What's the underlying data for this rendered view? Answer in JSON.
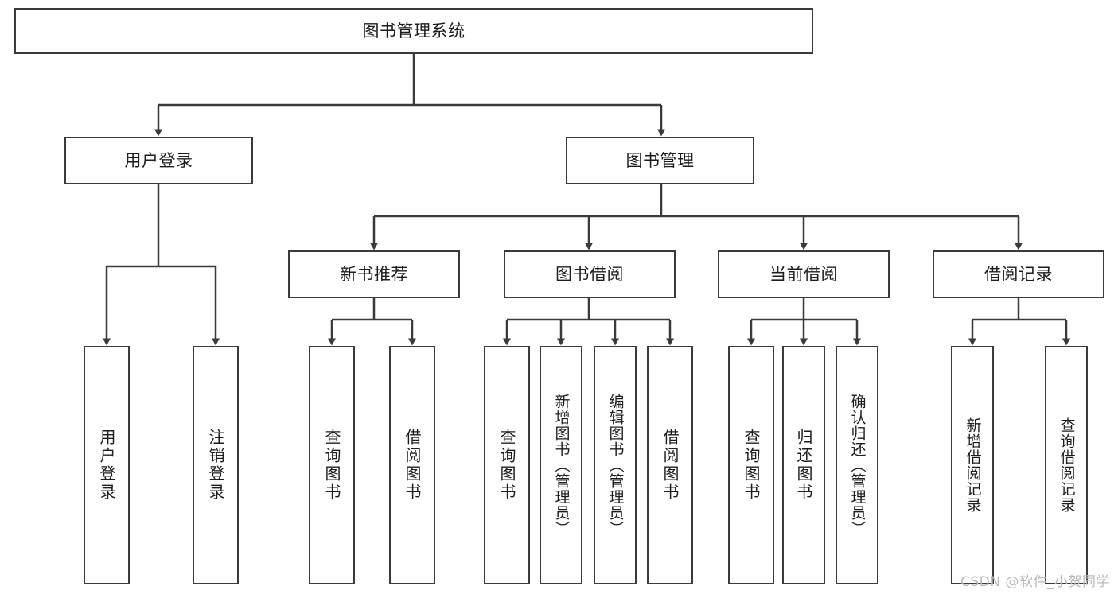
{
  "diagram": {
    "title": "图书管理系统",
    "type": "tree-hierarchy-diagram",
    "watermark": "CSDN @软件_小贺同学",
    "colors": {
      "border": "#3a3a3a",
      "background": "#ffffff",
      "text": "#1d1d1d",
      "connector": "#3a3a3a",
      "watermark": "#b9b9b9"
    },
    "root": {
      "label": "图书管理系统"
    },
    "level2": [
      {
        "label": "用户登录"
      },
      {
        "label": "图书管理"
      }
    ],
    "level3": [
      {
        "label": "新书推荐"
      },
      {
        "label": "图书借阅"
      },
      {
        "label": "当前借阅"
      },
      {
        "label": "借阅记录"
      }
    ],
    "leaves": {
      "user_login": [
        {
          "label": "用户登录"
        },
        {
          "label": "注销登录"
        }
      ],
      "new_book_recommend": [
        {
          "label": "查询图书"
        },
        {
          "label": "借阅图书"
        }
      ],
      "book_borrow": [
        {
          "label": "查询图书"
        },
        {
          "label": "新增图书（管理员）"
        },
        {
          "label": "编辑图书（管理员）"
        },
        {
          "label": "借阅图书"
        }
      ],
      "current_borrow": [
        {
          "label": "查询图书"
        },
        {
          "label": "归还图书"
        },
        {
          "label": "确认归还（管理员）"
        }
      ],
      "borrow_record": [
        {
          "label": "新增借阅记录"
        },
        {
          "label": "查询借阅记录"
        }
      ]
    }
  }
}
